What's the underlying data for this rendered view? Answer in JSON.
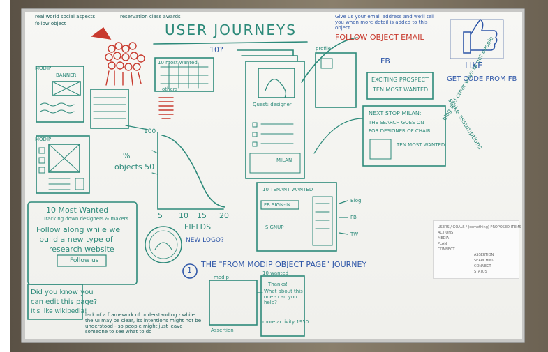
{
  "board": {
    "title": "USER JOURNEYS",
    "top_left_note": "real world social aspects",
    "top_left_note_2": "follow object",
    "top_left_note_3": "reservation class awards",
    "most_wanted_small": "10 most wanted",
    "others": "others",
    "question": "10?",
    "profile": "profile",
    "fb": "FB",
    "exciting_prospect": "EXCITING PROSPECT:",
    "ten_most_wanted": "TEN MOST WANTED",
    "like": "LIKE",
    "get_code": "GET CODE FROM FB",
    "follow_object_email": "FOLLOW OBJECT EMAIL",
    "give_email_note": "Give us your email address and we'll tell you when more detail is added to this object",
    "next_stop": "NEXT STOP MILAN:",
    "search_goes_on": "THE SEARCH GOES ON",
    "for_designer": "FOR DESIGNER OF CHAIR",
    "ten_most_wanted_2": "TEN MOST WANTED",
    "stake_assumptions": "stake assumptions",
    "blog_note": "blog and other ways to get people",
    "modip": "MODIP",
    "modip_2": "MODIP",
    "banner": "BANNER",
    "percent": "%",
    "objects_50": "objects 50",
    "axis_100": "100",
    "axis_5": "5",
    "axis_10": "10",
    "axis_15": "15",
    "axis_20": "20",
    "fields": "FIELDS",
    "new_logo": "NEW LOGO?",
    "quest_designer": "Quest: designer",
    "milan": "MILAN",
    "ten_tenant_wanted": "10 TENANT WANTED",
    "fb_sign_in": "FB SIGN-IN",
    "signup": "SIGNUP",
    "blog": "Blog",
    "fb_label": "FB",
    "tw": "TW",
    "ten_most_wanted_card": "10 Most Wanted",
    "tracking_note": "Tracking down designers & makers",
    "follow_along": "Follow along while we",
    "build_new": "build a new type of",
    "research_website": "research website",
    "follow_us": "Follow us",
    "journey_number": "1",
    "journey_title": "THE \"FROM MODIP OBJECT PAGE\" JOURNEY",
    "did_you_know": "Did you know you",
    "can_edit": "can edit this page?",
    "its_like": "It's like wikipedia!",
    "lack_note": "lack of a framework of understanding - while the UI may be clear, its intentions might not be understood - so people might just leave someone to see what to do",
    "modip_small": "modip",
    "ten_wanted_small": "10 wanted",
    "thanks": "Thanks!",
    "what_about": "What about this one - can you help?",
    "more_activity": "more activity 1950",
    "assertion": "Assertion",
    "paper_lines": [
      "USERS / GOALS / (something) PROPOSED ITEMS",
      "ACTIONS",
      "MEDIA",
      "PLAN",
      "CONNECT",
      "ASSERTION",
      "SEARCHING",
      "CONNECT",
      "STATUS"
    ]
  },
  "colors": {
    "marker_green": "#2d8a7a",
    "marker_blue": "#2f57a8",
    "marker_red": "#c83a2e"
  }
}
